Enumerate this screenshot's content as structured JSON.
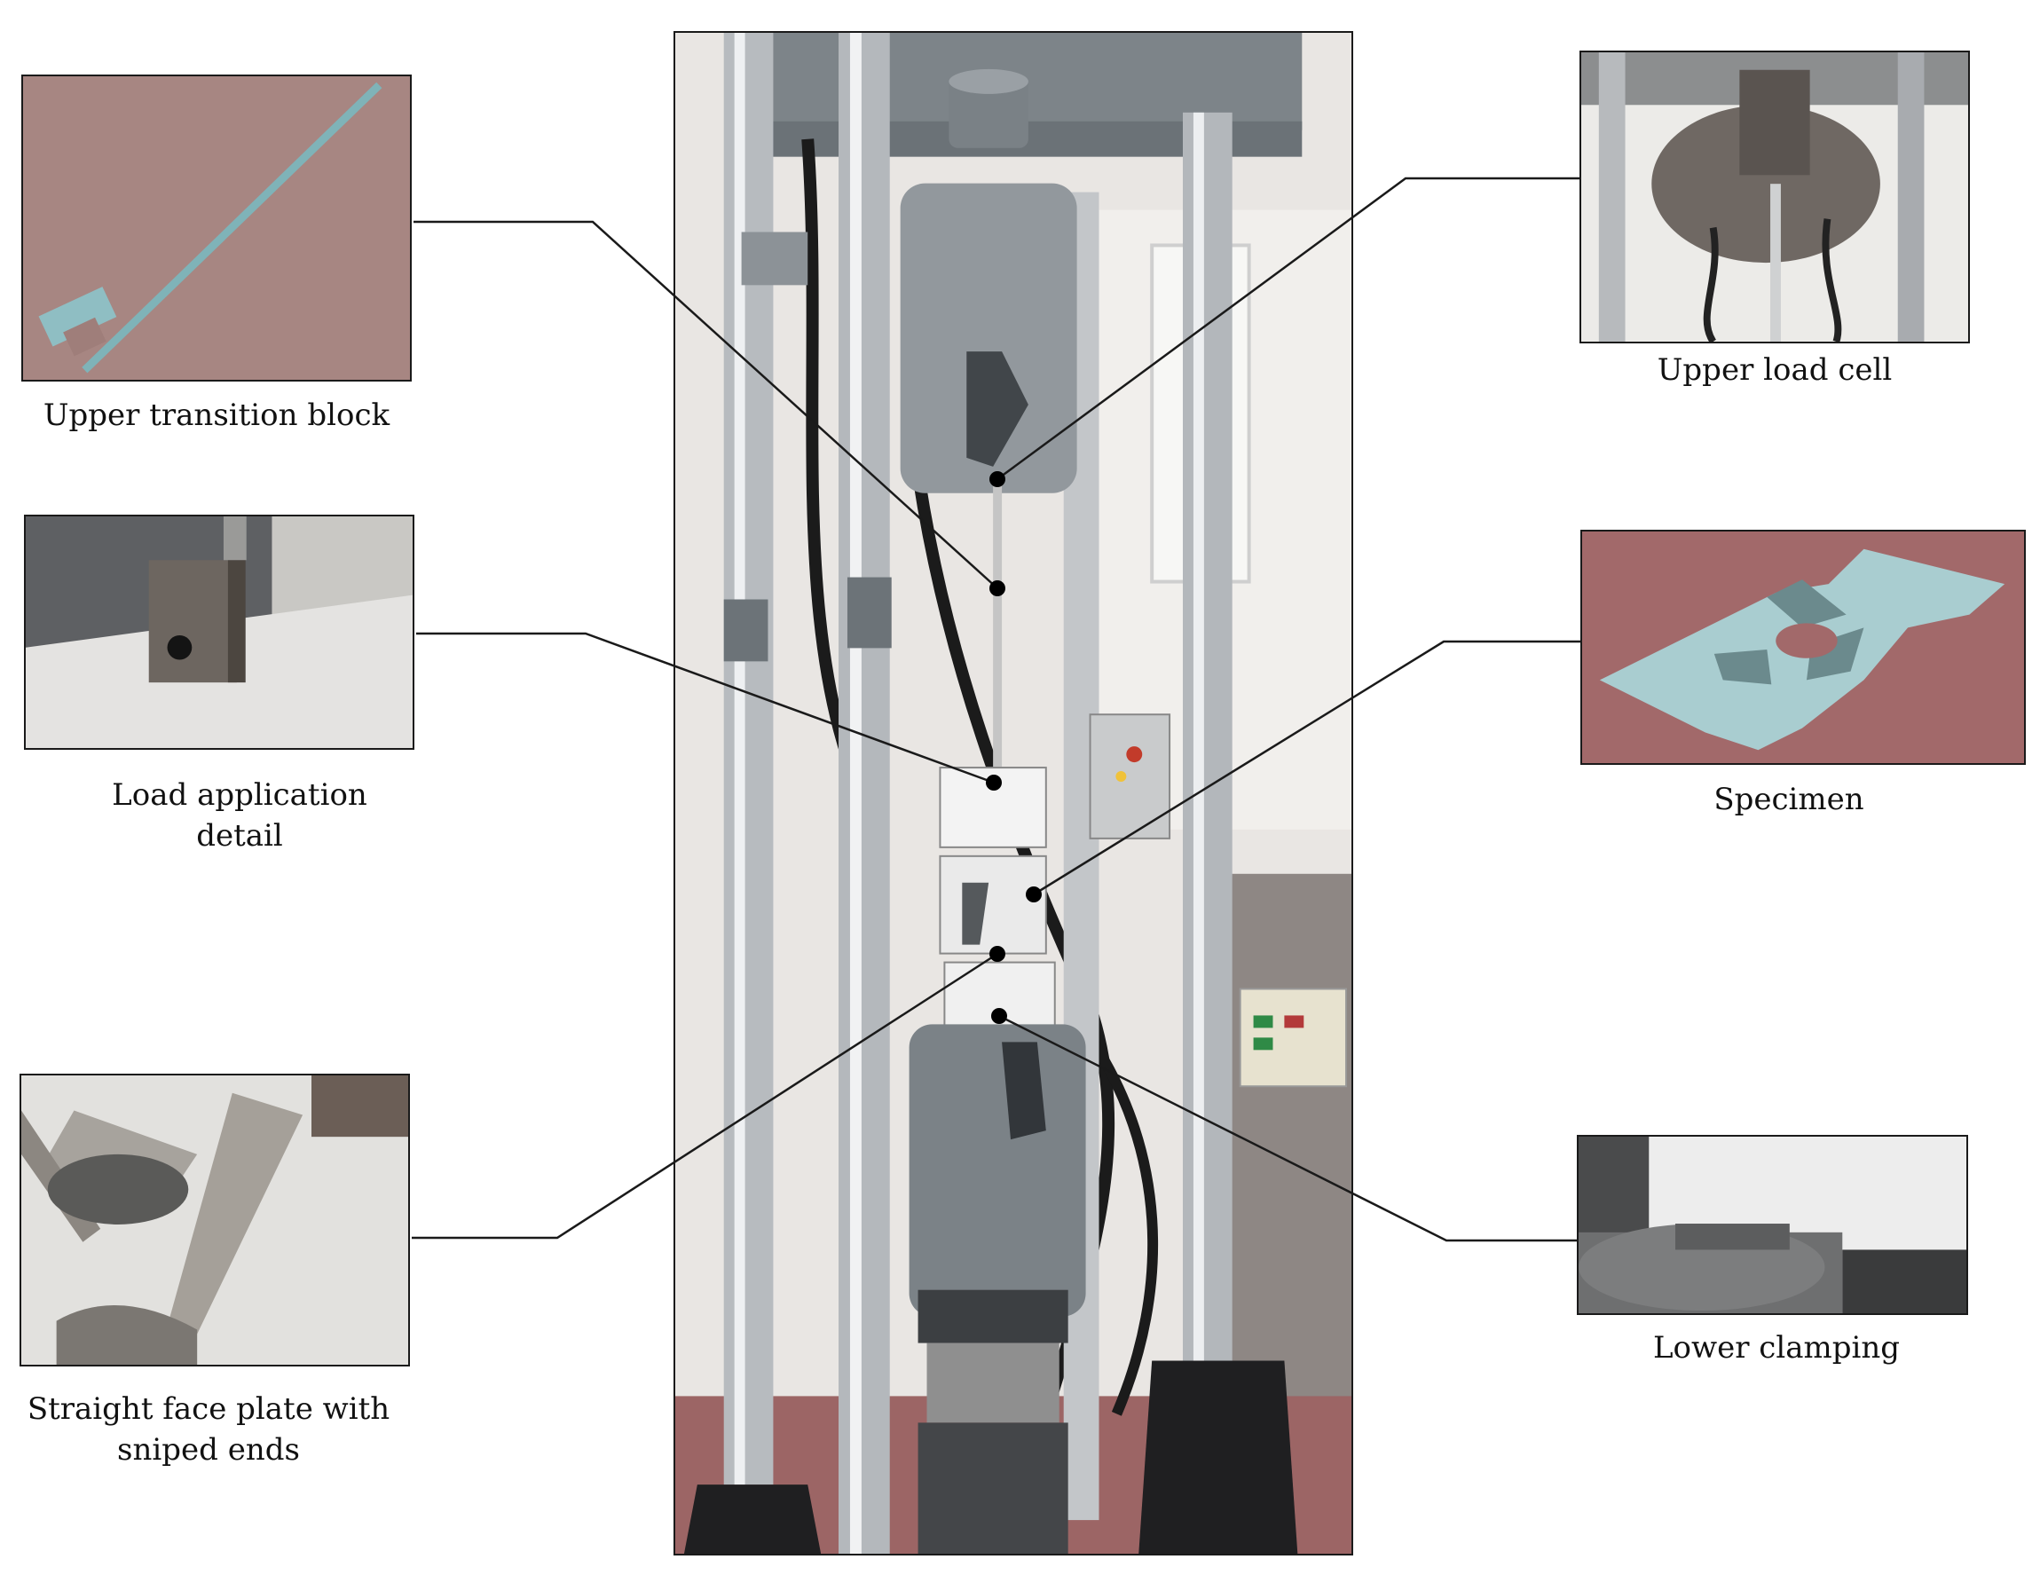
{
  "captions": {
    "upper_transition_block": "Upper transition block",
    "load_application_detail_line1": "Load application",
    "load_application_detail_line2": "detail",
    "straight_face_plate_line1": "Straight face plate with",
    "straight_face_plate_line2": "sniped ends",
    "upper_load_cell": "Upper load cell",
    "specimen": "Specimen",
    "lower_clamping": "Lower clamping"
  },
  "colors": {
    "frame_gray": "#8b9196",
    "column_steel": "#b8bcc0",
    "floor_red": "#a4686a",
    "specimen_blue": "#a9cdd0",
    "wall": "#ece9e6",
    "callout_line": "#1a1a1a"
  }
}
